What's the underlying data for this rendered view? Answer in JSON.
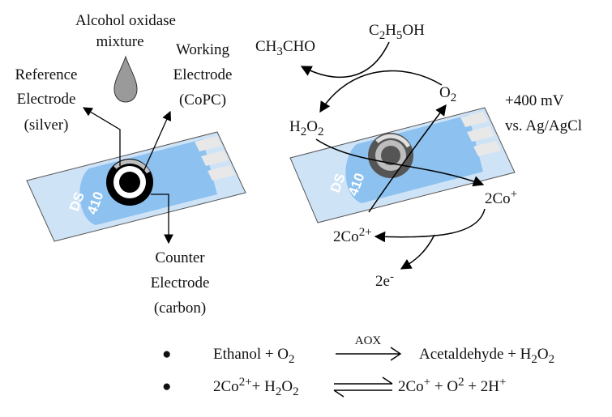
{
  "colors": {
    "strip_fill": "#cfe3f7",
    "electrode_area": "#8cc1f0",
    "contacts": "#e8e8e8",
    "drop": "#9a9a9a",
    "arrow": "#000000"
  },
  "left_device": {
    "drop_label_1": "Alcohol oxidase",
    "drop_label_2": "mixture",
    "working_1": "Working",
    "working_2": "Electrode",
    "working_3": "(CoPC)",
    "reference_1": "Reference",
    "reference_2": "Electrode",
    "reference_3": "(silver)",
    "counter_1": "Counter",
    "counter_2": "Electrode",
    "counter_3": "(carbon)",
    "strip_code_1": "DS",
    "strip_code_2": "410"
  },
  "right_device": {
    "ethanol": {
      "main": "C",
      "s1": "2",
      "mid": "H",
      "s2": "5",
      "end": "OH"
    },
    "acetaldehyde": {
      "main": "CH",
      "s1": "3",
      "end": "CHO"
    },
    "o2": {
      "main": "O",
      "sub": "2"
    },
    "h2o2": {
      "a": "H",
      "s1": "2",
      "b": "O",
      "s2": "2"
    },
    "potential": "+400 mV",
    "reference": "vs. Ag/AgCl",
    "co_plus": {
      "main": "2Co",
      "sup": "+"
    },
    "co_2plus": {
      "main": "2Co",
      "sup": "2+"
    },
    "electrons": {
      "main": "2e",
      "sup": "-"
    },
    "strip_code_1": "DS",
    "strip_code_2": "410"
  },
  "equations": {
    "eq1": {
      "bullet": "●",
      "left": {
        "text": "Ethanol + O",
        "sub": "2"
      },
      "arrow_label": "AOX",
      "right": {
        "text": "Acetaldehyde + H",
        "sub1": "2",
        "mid": "O",
        "sub2": "2"
      }
    },
    "eq2": {
      "bullet": "●",
      "left": {
        "a": "2Co",
        "sup": "2+",
        "b": "+ H",
        "s1": "2",
        "c": "O",
        "s2": "2"
      },
      "right": {
        "a": "2Co",
        "sup1": "+",
        "b": " + O",
        "sup2": "2",
        "c": " + 2H",
        "sup3": "+"
      }
    }
  }
}
